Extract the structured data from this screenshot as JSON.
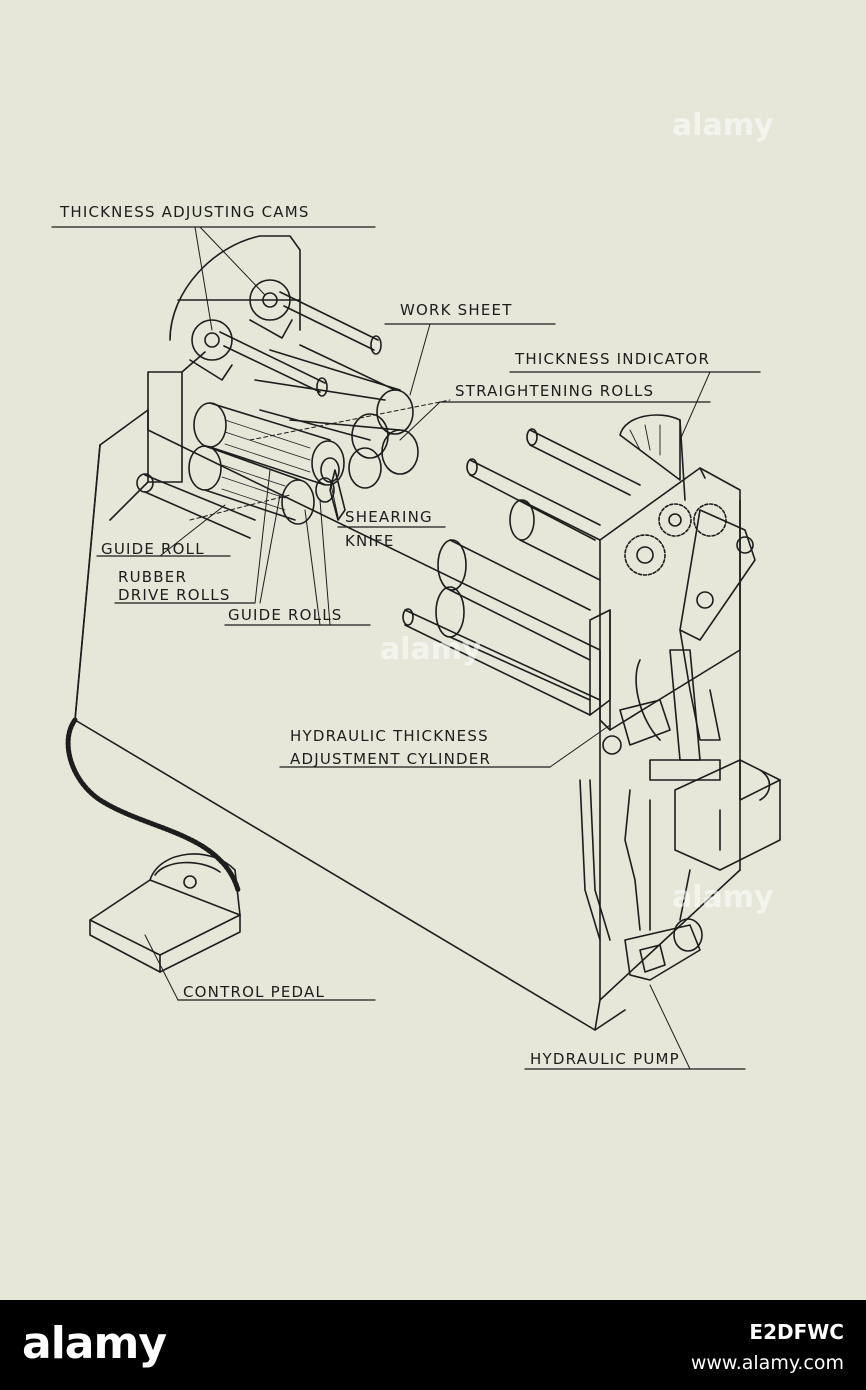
{
  "diagram": {
    "labels": {
      "thickness_adjusting_cams": "THICKNESS ADJUSTING CAMS",
      "work_sheet": "WORK SHEET",
      "thickness_indicator": "THICKNESS INDICATOR",
      "straightening_rolls": "STRAIGHTENING ROLLS",
      "shearing": "SHEARING",
      "knife": "KNIFE",
      "guide_roll": "GUIDE ROLL",
      "rubber": "RUBBER",
      "drive_rolls": "DRIVE ROLLS",
      "guide_rolls": "GUIDE ROLLS",
      "hydraulic_thickness": "HYDRAULIC THICKNESS",
      "adjustment_cylinder": "ADJUSTMENT CYLINDER",
      "control_pedal": "CONTROL PEDAL",
      "hydraulic_pump": "HYDRAULIC PUMP"
    },
    "colors": {
      "paper": "#e6e7d9",
      "ink": "#1d1d1d"
    }
  },
  "watermark": {
    "text": "alamy"
  },
  "footer": {
    "logo": "alamy",
    "image_id": "E2DFWC",
    "url": "www.alamy.com"
  }
}
